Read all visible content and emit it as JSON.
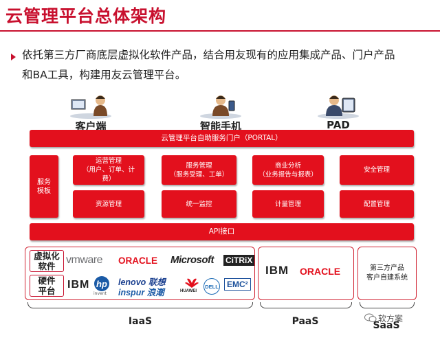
{
  "slide": {
    "title": "云管理平台总体架构",
    "intro_line1": "依托第三方厂商底层虚拟化软件产品，结合用友现有的应用集成产品、门户产品",
    "intro_line2": "和BA工具，构建用友云管理平台。"
  },
  "clients": [
    "客户端",
    "智能手机",
    "PAD"
  ],
  "portal": "云管理平台自助服务门户（PORTAL）",
  "service_template": "服务\n模板",
  "modules_row1": [
    {
      "title": "运营管理",
      "detail": "（用户、订单、计\n费）"
    },
    {
      "title": "服务管理",
      "detail": "（服务受理、工单）"
    },
    {
      "title": "商业分析",
      "detail": "（业务报告与报表）"
    },
    {
      "title": "安全管理",
      "detail": ""
    }
  ],
  "modules_row2": [
    "资源管理",
    "统一监控",
    "计量管理",
    "配置管理"
  ],
  "api": "API接口",
  "iaas": {
    "virtualization_label": "虚拟化\n软件",
    "virtualization_logos": [
      "vmware",
      "ORACLE",
      "Microsoft",
      "CiTRiX"
    ],
    "hardware_label": "硬件\n平台",
    "hardware_logos": [
      "IBM",
      "hp",
      "lenovo 联想",
      "inspur 浪潮",
      "HUAWEI",
      "DELL",
      "EMC²"
    ],
    "hp_sub": "invent"
  },
  "paas_logos": [
    "IBM",
    "ORACLE"
  ],
  "saas_text": "第三方产品\n客户自建系统",
  "tiers": [
    "IaaS",
    "PaaS",
    "SaaS"
  ],
  "watermark": "软方案",
  "colors": {
    "accent": "#e3101d",
    "title": "#c8102e"
  }
}
